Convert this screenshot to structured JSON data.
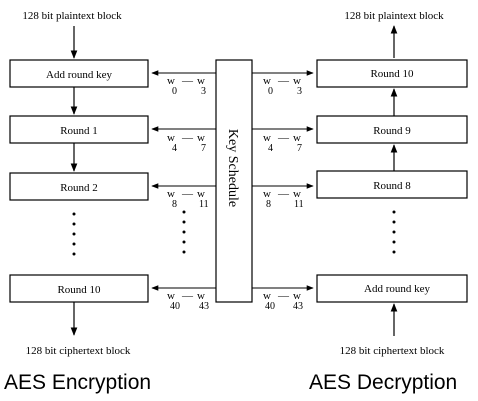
{
  "top_left_label": "128 bit plaintext block",
  "top_right_label": "128 bit plaintext block",
  "bottom_left_label": "128 bit ciphertext block",
  "bottom_right_label": "128 bit ciphertext block",
  "key_schedule_label": "Key Schedule",
  "encryption_title": "AES Encryption",
  "decryption_title": "AES Decryption",
  "encryption_boxes": [
    "Add round key",
    "Round 1",
    "Round 2",
    "Round 10"
  ],
  "decryption_boxes": [
    "Round 10",
    "Round 9",
    "Round 8",
    "Add round key"
  ],
  "word_labels": [
    {
      "w": "w",
      "dash": "—",
      "a": "0",
      "b": "3"
    },
    {
      "w": "w",
      "dash": "—",
      "a": "4",
      "b": "7"
    },
    {
      "w": "w",
      "dash": "—",
      "a": "8",
      "b": "11"
    },
    {
      "w": "w",
      "dash": "—",
      "a": "40",
      "b": "43"
    }
  ]
}
